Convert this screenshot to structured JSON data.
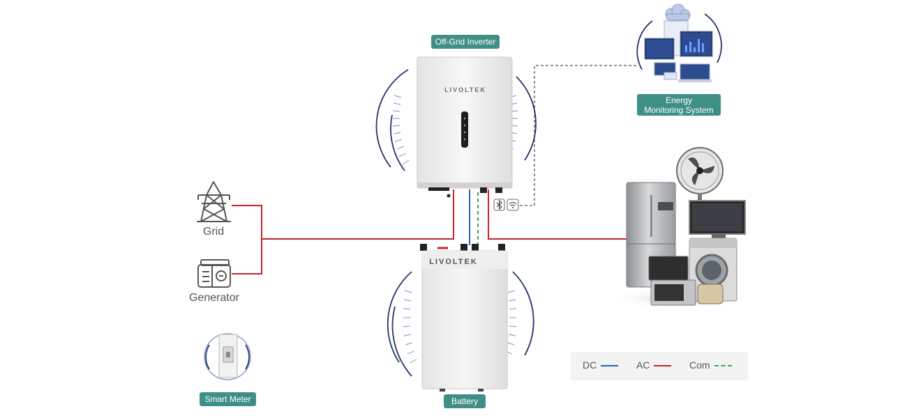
{
  "labels": {
    "inverter": "Off-Grid Inverter",
    "energy_monitoring": [
      "Energy",
      "Monitoring System"
    ],
    "grid": "Grid",
    "generator": "Generator",
    "smart_meter": "Smart Meter",
    "battery": "Battery"
  },
  "brand": {
    "inverter_logo": "LIVOLTEK",
    "battery_logo": "LIVOLTEK"
  },
  "legend": [
    {
      "label": "DC",
      "color": "#1f63b6",
      "style": "solid"
    },
    {
      "label": "AC",
      "color": "#c4232c",
      "style": "solid"
    },
    {
      "label": "Com",
      "color": "#3aa64a",
      "style": "dashed"
    }
  ],
  "colors": {
    "tag_bg": "#3f8f86",
    "ac_line": "#c4232c",
    "dc_line": "#1f63b6",
    "com_line": "#3aa64a",
    "monitor_link": "#555555"
  },
  "icons": [
    "transmission-tower-icon",
    "generator-icon",
    "bluetooth-icon",
    "wifi-icon"
  ]
}
